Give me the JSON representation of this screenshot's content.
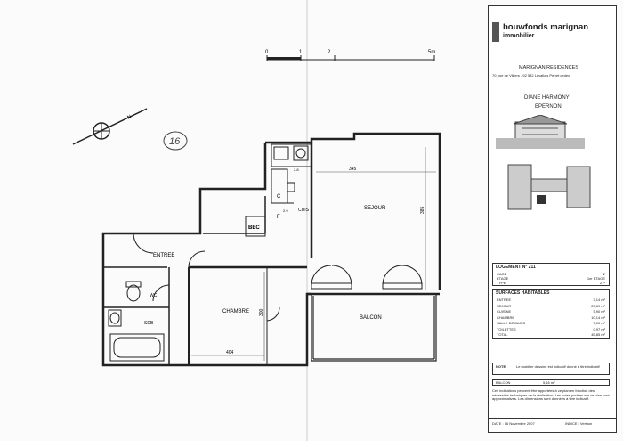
{
  "plan": {
    "scale": {
      "t0": "0",
      "t1": "1",
      "t2": "2",
      "t5": "5m"
    },
    "lot_mark": "16",
    "rooms": {
      "sejour": "SEJOUR",
      "cuis": "CUIS",
      "entree": "ENTREE",
      "wc": "WC",
      "sdb": "SDB",
      "chambre": "CHAMBRE",
      "balcon": "BALCON",
      "bec": "BEC",
      "c": "C",
      "f": "F"
    },
    "dims": {
      "d1": "345",
      "d2": "385",
      "d3": "300",
      "d4": "404",
      "d5": "2.8",
      "d6": "2.9"
    }
  },
  "cartouche": {
    "brand_line1": "bouwfonds marignan",
    "brand_line2": "immobilier",
    "company": "MARIGNAN RESIDENCES",
    "address": "70, rue de Villiers - 92 532 Levallois Perret cedex",
    "program": "DIANE HARMONY",
    "city": "EPERNON",
    "lot_title": "LOGEMENT N° 211",
    "lot_rows": [
      {
        "k": "CAGE",
        "v": "2"
      },
      {
        "k": "ETAGE",
        "v": "1er ETAGE"
      },
      {
        "k": "TYPE",
        "v": "2 P"
      }
    ],
    "surf_title": "SURFACES HABITABLES",
    "surf_rows": [
      {
        "k": "ENTREE",
        "v": "3,14 m²"
      },
      {
        "k": "SEJOUR",
        "v": "23,69 m²"
      },
      {
        "k": "CUISINE",
        "v": "5,90 m²"
      },
      {
        "k": "CHAMBRE",
        "v": "10,14 m²"
      },
      {
        "k": "SALLE DE BAINS",
        "v": "3,00 m²"
      },
      {
        "k": "TOILETTES",
        "v": "0,97 m²"
      },
      {
        "k": "TOTAL",
        "v": "45,85 m²"
      }
    ],
    "note_label": "NOTE",
    "note_text": "Le mobilier dessiné est indicatif donné à titre indicatif",
    "balcon_k": "BALCON",
    "balcon_v": "5,16 m²",
    "disclaimer": "Ces indications peuvent être apportées à ce plan en fonction des nécessités techniques de la réalisation. Les cotes portées sur ce plan sont approximatives. Les dimensions sont données à titre indicatif.",
    "footer_left": "DATE : 16 Novembre 2007",
    "footer_right": "INDICE : Version"
  }
}
